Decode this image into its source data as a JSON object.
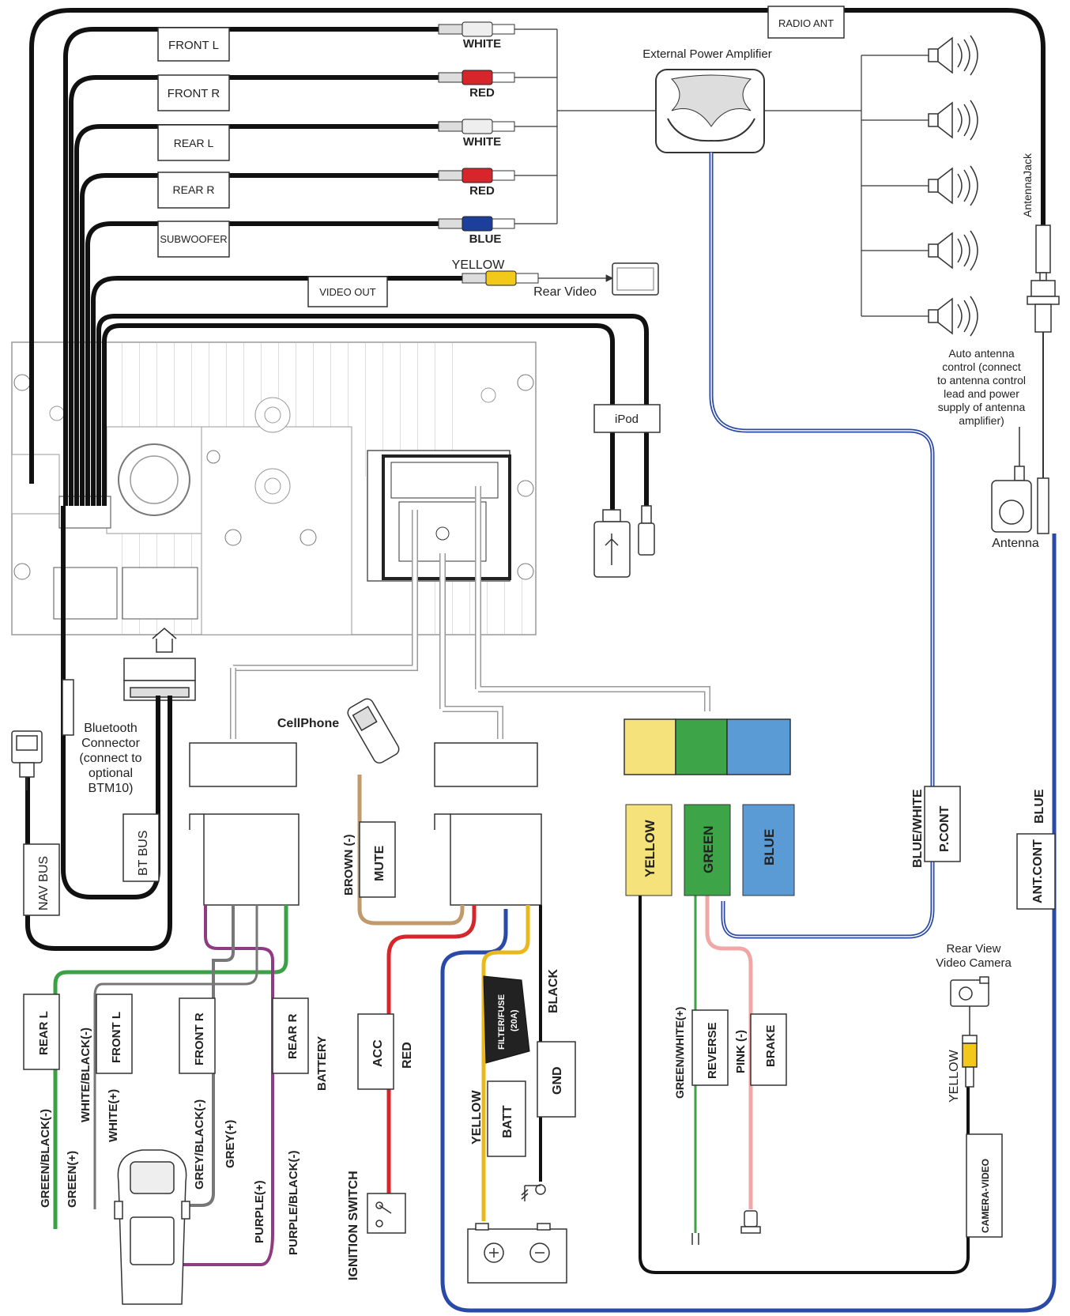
{
  "top_outputs": {
    "radio_ant": "RADIO ANT",
    "front_l": "FRONT L",
    "front_r": "FRONT R",
    "rear_l": "REAR  L",
    "rear_r": "REAR  R",
    "subwoofer": "SUBWOOFER",
    "video_out": "VIDEO OUT",
    "white1": "WHITE",
    "red1": "RED",
    "white2": "WHITE",
    "red2": "RED",
    "blue": "BLUE",
    "yellow": "YELLOW",
    "rear_video": "Rear Video"
  },
  "amplifier": {
    "label": "External Power Amplifier"
  },
  "antenna": {
    "jack": "AntennaJack",
    "auto_control": [
      "Auto antenna",
      "control (connect",
      "to antenna control",
      "lead and power",
      "supply of antenna",
      "amplifier)"
    ],
    "antenna": "Antenna"
  },
  "ipod": "iPod",
  "cellphone": "CellPhone",
  "bluetooth": [
    "Bluetooth",
    "Connector",
    "(connect to",
    "optional",
    "BTM10)"
  ],
  "bus": {
    "nav": "NAV BUS",
    "bt": "BT BUS"
  },
  "speaker_wires": {
    "rear_l": "REAR L",
    "front_l": "FRONT L",
    "front_r": "FRONT R",
    "rear_r": "REAR R",
    "battery": "BATTERY",
    "green_black": "GREEN/BLACK(-)",
    "green_plus": "GREEN(+)",
    "white_black": "WHITE/BLACK(-)",
    "white_plus": "WHITE(+)",
    "grey_black": "GREY/BLACK(-)",
    "grey_plus": "GREY(+)",
    "purple_plus": "PURPLE(+)",
    "purple_black": "PURPLE/BLACK(-)"
  },
  "power": {
    "brown": "BROWN (-)",
    "mute": "MUTE",
    "acc": "ACC",
    "red": "RED",
    "ignition": "IGNITION SWITCH",
    "fuse": "FILTER/FUSE",
    "fuse_rating": "(20A)",
    "black": "BLACK",
    "gnd": "GND",
    "yellow": "YELLOW",
    "batt": "BATT"
  },
  "controls": {
    "yellow": "YELLOW",
    "green": "GREEN",
    "blue": "BLUE",
    "green_white": "GREEN/WHITE(+)",
    "reverse": "REVERSE",
    "pink": "PINK (-)",
    "brake": "BRAKE",
    "blue_white": "BLUE/WHITE",
    "pcont": "P.CONT",
    "antcont": "ANT.CONT",
    "blue2": "BLUE"
  },
  "camera": {
    "label": [
      "Rear View",
      "Video Camera"
    ],
    "yellow": "YELLOW",
    "camera_video": "CAMERA-VIDEO"
  },
  "colors": {
    "red": "#d7262b",
    "white_plug": "#eeeeee",
    "blue_plug": "#1d3f9c",
    "yellow_plug": "#f2c81a",
    "blue_wire": "#2a4aa8",
    "green_wire": "#3aa244",
    "purple_wire": "#8e3b84",
    "brown_wire": "#c19a6b",
    "pink_wire": "#f2a7a7",
    "yellow_box": "#f6e27a",
    "green_box": "#3da447",
    "blue_box": "#5b9bd5"
  }
}
